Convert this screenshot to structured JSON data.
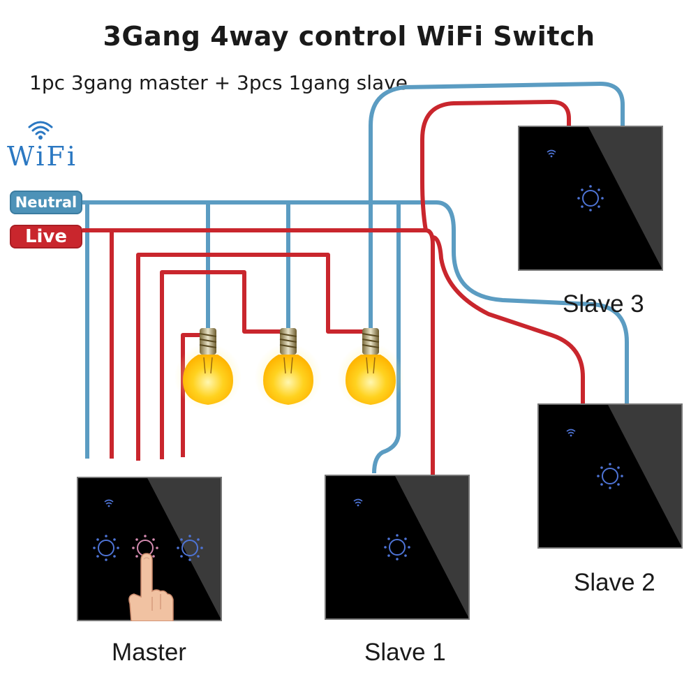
{
  "title": "3Gang 4way control WiFi Switch",
  "subtitle": "1pc 3gang master + 3pcs 1gang slave",
  "wifi_logo": {
    "text": "WiFi",
    "icon": "wifi-icon",
    "color": "#2b78c2"
  },
  "buses": {
    "neutral": {
      "label": "Neutral",
      "color": "#5b9cc2"
    },
    "live": {
      "label": "Live",
      "color": "#c9262d"
    }
  },
  "switches": {
    "master": {
      "label": "Master",
      "gangs": 3
    },
    "slave1": {
      "label": "Slave 1",
      "gangs": 1
    },
    "slave2": {
      "label": "Slave 2",
      "gangs": 1
    },
    "slave3": {
      "label": "Slave 3",
      "gangs": 1
    }
  },
  "bulbs": {
    "count": 3,
    "glow_color": "#ffd21f"
  },
  "colors": {
    "panel": "#000000",
    "touch_ring": "#4e74d6",
    "wire_blue": "#5b9cc2",
    "wire_red": "#c9262d"
  }
}
